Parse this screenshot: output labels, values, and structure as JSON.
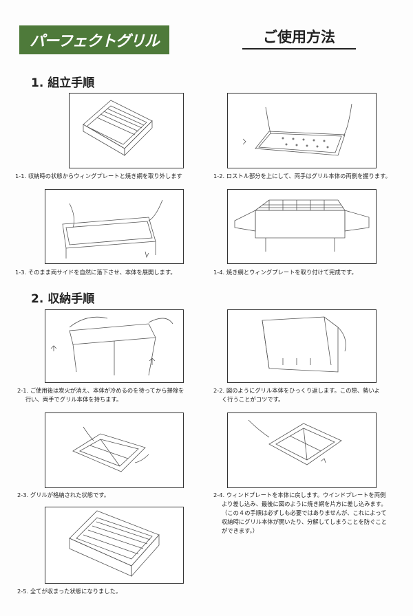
{
  "header": {
    "product_title": "パーフェクトグリル",
    "usage_title": "ご使用方法"
  },
  "sections": [
    {
      "title": "1. 組立手順",
      "steps": [
        {
          "caption": "1-1. 収納時の状態からウィングプレートと焼き網を取り外します"
        },
        {
          "caption": "1-2. ロストル部分を上にして、両手はグリル本体の両側を握ります。"
        },
        {
          "caption": "1-3. そのまま両サイドを自然に落下させ、本体を展開します。"
        },
        {
          "caption": "1-4. 焼き網とウィングプレートを取り付けて完成です。"
        }
      ]
    },
    {
      "title": "2. 収納手順",
      "steps": [
        {
          "caption": "2-1. ご使用後は炭火が消え、本体が冷めるのを待ってから掃除を",
          "caption2": "行い、両手でグリル本体を持ちます。"
        },
        {
          "caption": "2-2. 図のようにグリル本体をひっくり返します。この際、勢いよ",
          "caption2": "く行うことがコツです。"
        },
        {
          "caption": "2-3. グリルが格納された状態です。"
        },
        {
          "caption": "2-4. ウィンドプレートを本体に戻します。ウインドプレートを両側",
          "caption2": "より差し込み、最後に図のように焼き網を片方に差し込みます。",
          "caption3": "（この４の手順は必ずしも必要ではありませんが、これによって",
          "caption4": "収納時にグリル本体が開いたり、分解してしまうことを防ぐこと",
          "caption5": "ができます。）"
        },
        {
          "caption": "2-5. 全てが収まった状態になりました。"
        }
      ]
    }
  ]
}
